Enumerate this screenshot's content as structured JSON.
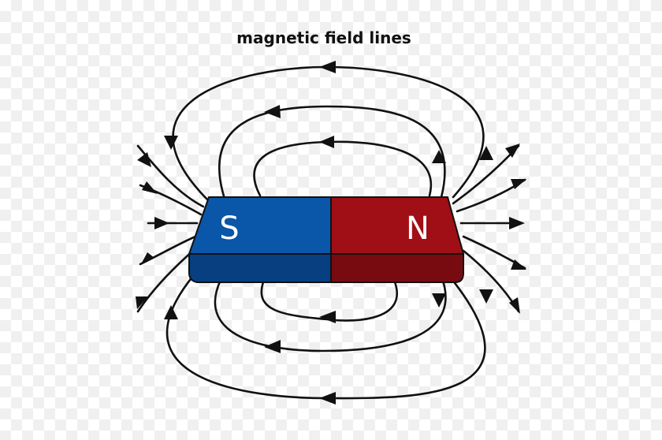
{
  "title": "magnetic field lines",
  "magnet": {
    "south_label": "S",
    "north_label": "N",
    "south_color": "#0a56a8",
    "north_color": "#a00f15",
    "south_side_color": "#073f80",
    "north_side_color": "#780b10"
  },
  "line_color": "#111111"
}
